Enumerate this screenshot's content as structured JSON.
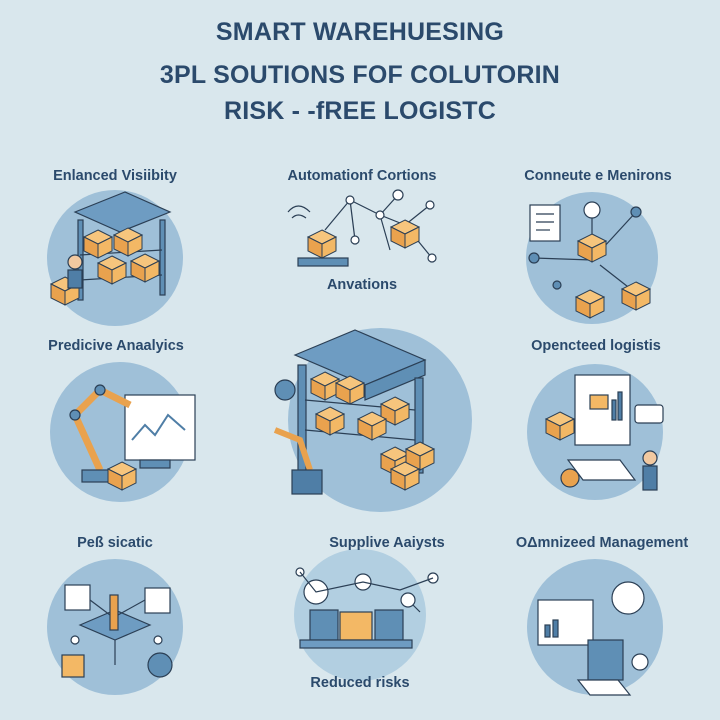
{
  "title": {
    "line1": "SMART WAREHUESING",
    "line2": "3PL SOUTIONS FOF COLUTORIN",
    "line3": "RISK - -fREE LOGISTC"
  },
  "panels": [
    {
      "label": "Enlanced Visiibity"
    },
    {
      "label": "Automationf Cortions",
      "sublabel": "Anvations"
    },
    {
      "label": "Conneute e Menirons"
    },
    {
      "label": "Predicive Anaalyics"
    },
    {
      "label": "Opencteed logistis"
    },
    {
      "label": "Peß sicatic"
    },
    {
      "label": "Supplive Aaiysts",
      "sublabel": "Reduced risks"
    },
    {
      "label": "OΔmnizeed Management"
    }
  ],
  "colors": {
    "background": "#d9e7ed",
    "text": "#2b4a6c",
    "circle": "#9fc0d8",
    "steel": "#5f8fb5",
    "box": "#f0b462"
  }
}
